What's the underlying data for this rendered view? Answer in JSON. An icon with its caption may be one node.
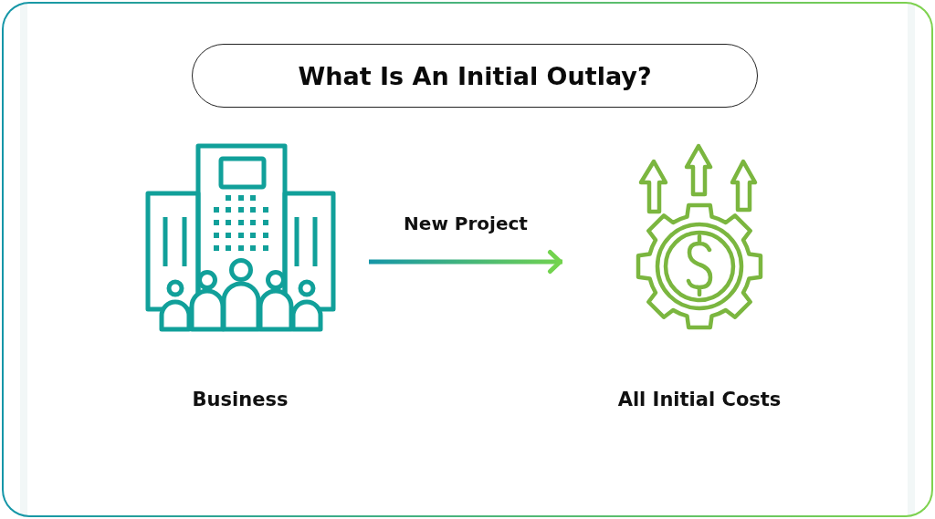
{
  "diagram": {
    "title": "What Is An Initial Outlay?",
    "nodes": [
      {
        "text": [
          "Business"
        ]
      },
      {
        "text": [
          "All Initial Costs"
        ]
      }
    ],
    "edges": [
      {
        "from": 0,
        "to": 1,
        "arrow": "to",
        "label": "New Project"
      }
    ]
  }
}
